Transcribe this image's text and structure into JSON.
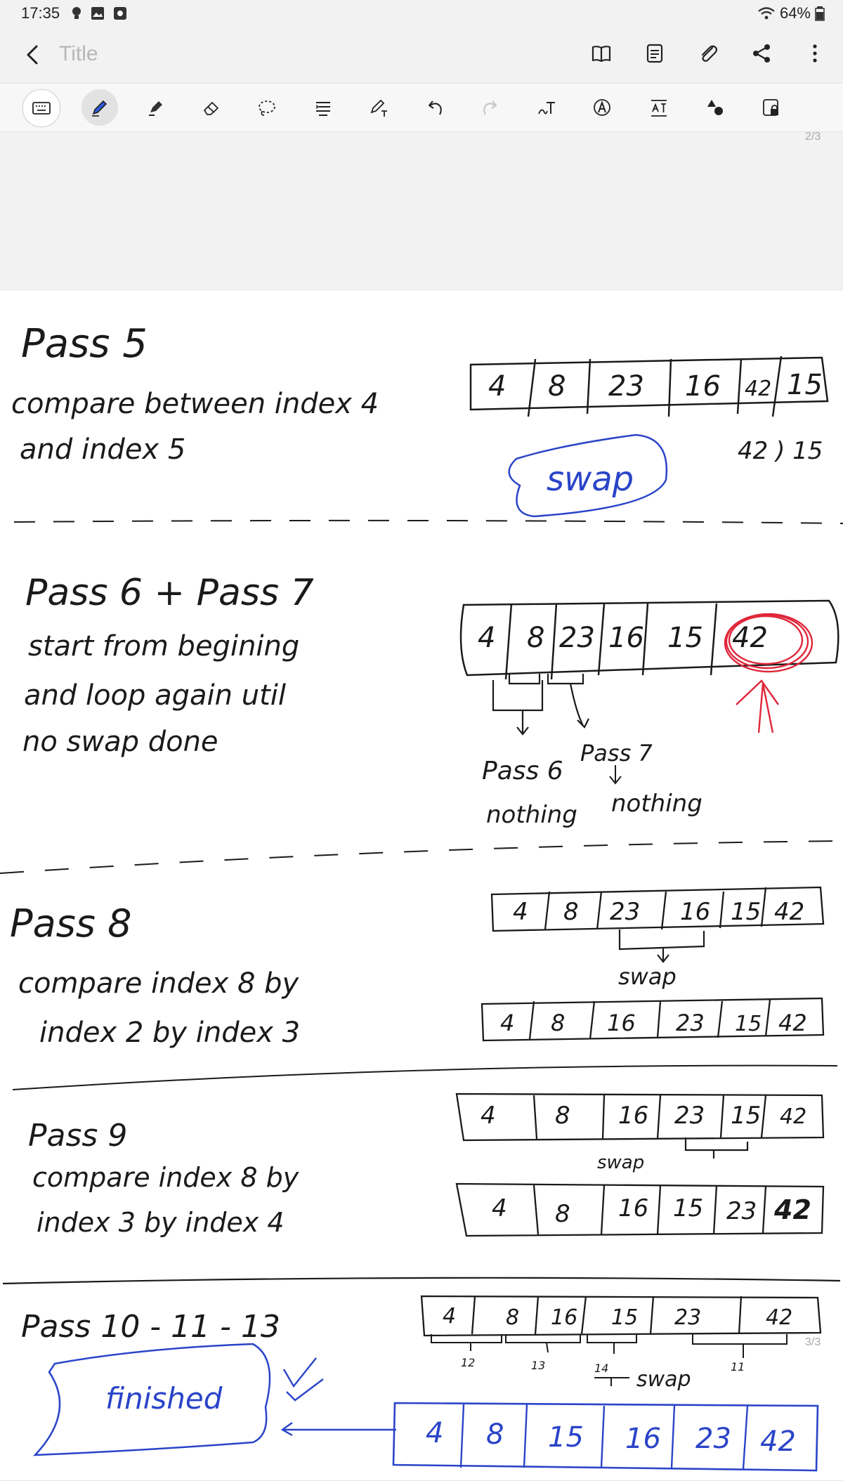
{
  "status_bar": {
    "time": "17:35",
    "battery": "64%"
  },
  "header": {
    "title_placeholder": "Title"
  },
  "page_indicators": {
    "previous": "2/3",
    "current": "3/3"
  },
  "note": {
    "pass5": {
      "heading": "Pass 5",
      "line1": "compare between index 4",
      "line2": "and index 5",
      "array": [
        "4",
        "8",
        "23",
        "16",
        "42",
        "15"
      ],
      "swap_label": "swap",
      "swap_note": "42 ) 15"
    },
    "pass6_7": {
      "heading": "Pass 6 + Pass 7",
      "line1": "start from begining",
      "line2": "and loop again util",
      "line3": "no swap done",
      "array": [
        "4",
        "8",
        "23",
        "16",
        "15",
        "42"
      ],
      "pass6_label": "Pass 6",
      "pass6_result": "nothing",
      "pass7_label": "Pass 7",
      "pass7_result": "nothing"
    },
    "pass8": {
      "heading": "Pass 8",
      "line1": "compare index 8 by",
      "line2": "index 2 by index 3",
      "array_before": [
        "4",
        "8",
        "23",
        "16",
        "15",
        "42"
      ],
      "swap_label": "swap",
      "array_after": [
        "4",
        "8",
        "16",
        "23",
        "15",
        "42"
      ]
    },
    "pass9": {
      "heading": "Pass 9",
      "line1": "compare index 8 by",
      "line2": "index 3 by index 4",
      "array_before": [
        "4",
        "8",
        "16",
        "23",
        "15",
        "42"
      ],
      "swap_label": "swap",
      "array_after": [
        "4",
        "8",
        "16",
        "15",
        "23",
        "42"
      ]
    },
    "pass10_13": {
      "heading": "Pass 10 - 11 - 13",
      "array_before": [
        "4",
        "8",
        "16",
        "15",
        "23",
        "42"
      ],
      "sub_labels": [
        "12",
        "13",
        "14",
        "11"
      ],
      "swap_label": "swap",
      "finished_label": "finished",
      "array_final": [
        "4",
        "8",
        "15",
        "16",
        "23",
        "42"
      ]
    }
  },
  "colors": {
    "ink": "#1a1a1a",
    "blue_ink": "#2a44c8",
    "red_ink": "#e0263a",
    "active_tool": "#2a5bd7"
  }
}
